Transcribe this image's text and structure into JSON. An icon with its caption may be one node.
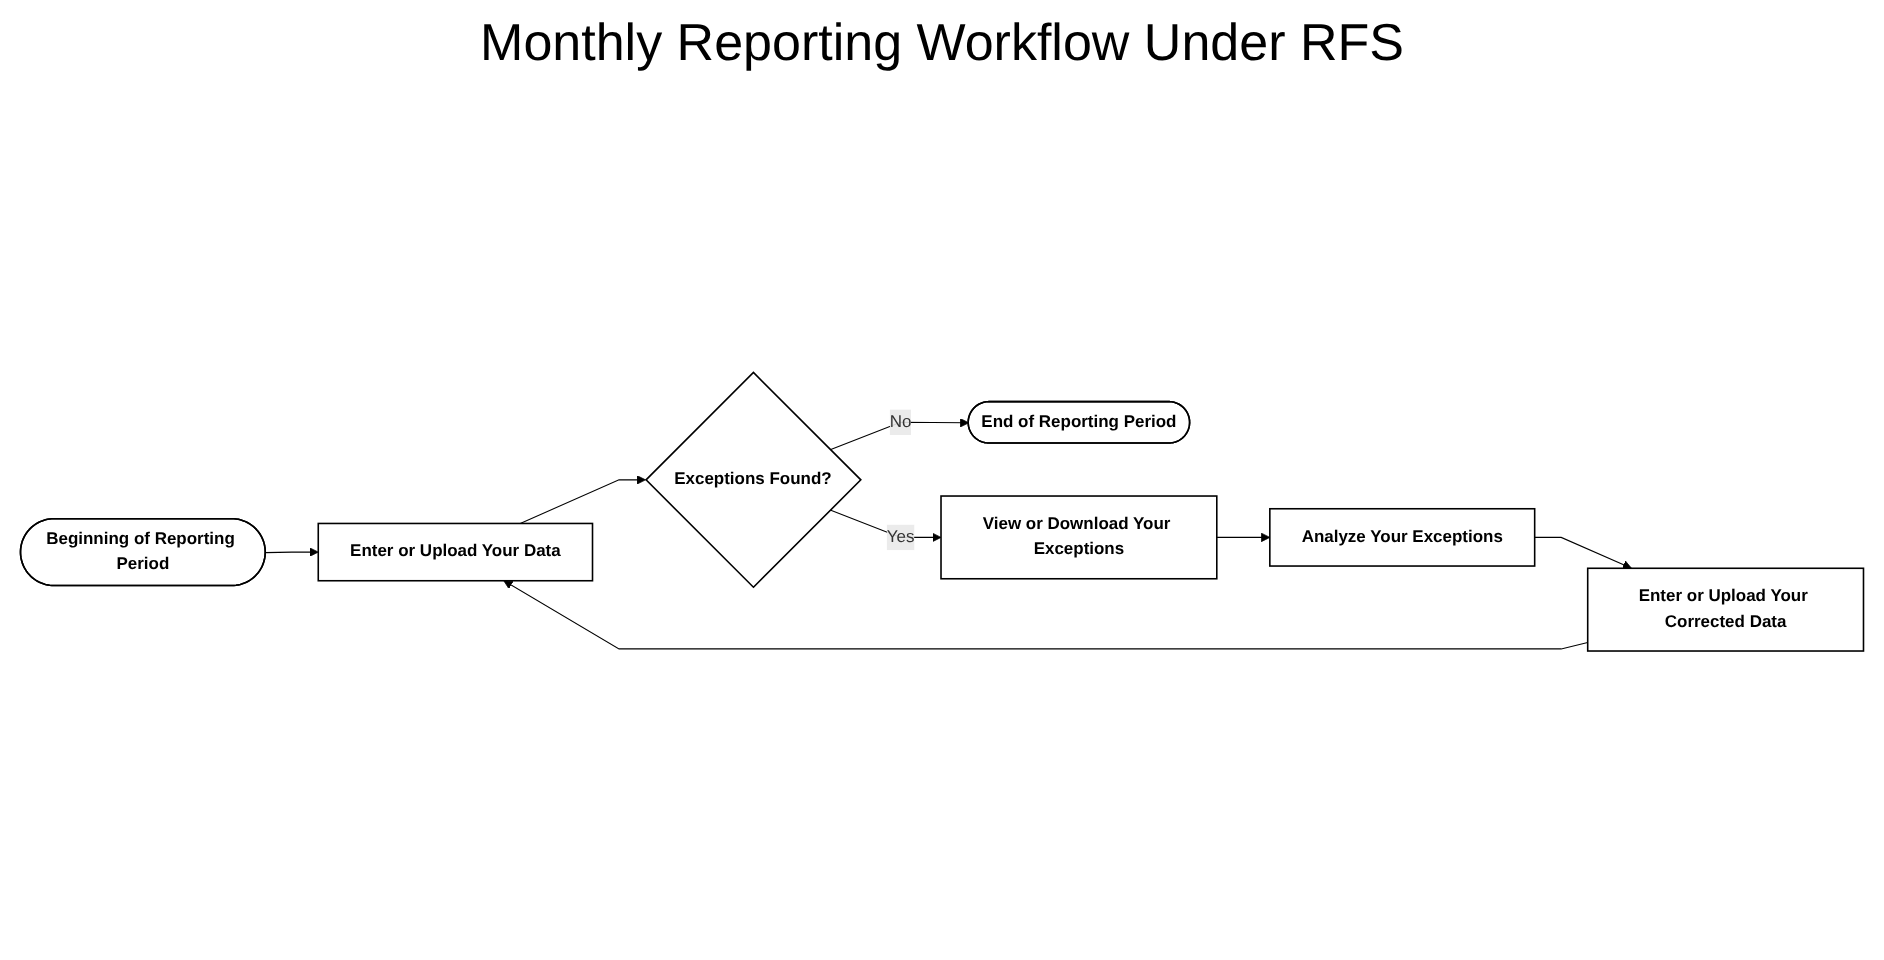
{
  "diagram": {
    "title": "Monthly Reporting Workflow Under RFS",
    "nodes": [
      {
        "text": [
          "Beginning of Reporting Period"
        ]
      },
      {
        "text": [
          "Enter or Upload Your Data"
        ]
      },
      {
        "text": [
          "Exceptions Found?"
        ]
      },
      {
        "text": [
          "End of Reporting Period"
        ]
      },
      {
        "text": [
          "View or Download Your Exceptions"
        ]
      },
      {
        "text": [
          "Analyze Your Exceptions"
        ]
      },
      {
        "text": [
          "Enter or Upload Your Corrected Data"
        ]
      }
    ],
    "edges": [
      {
        "from": 0,
        "to": 1,
        "arrow": "to"
      },
      {
        "from": 1,
        "to": 2,
        "arrow": "to"
      },
      {
        "from": 2,
        "to": 3,
        "arrow": "to",
        "label": "No"
      },
      {
        "from": 2,
        "to": 4,
        "arrow": "to",
        "label": "Yes"
      },
      {
        "from": 4,
        "to": 5,
        "arrow": "to"
      },
      {
        "from": 5,
        "to": 6,
        "arrow": "to"
      },
      {
        "from": 6,
        "to": 1,
        "arrow": "to"
      }
    ]
  }
}
